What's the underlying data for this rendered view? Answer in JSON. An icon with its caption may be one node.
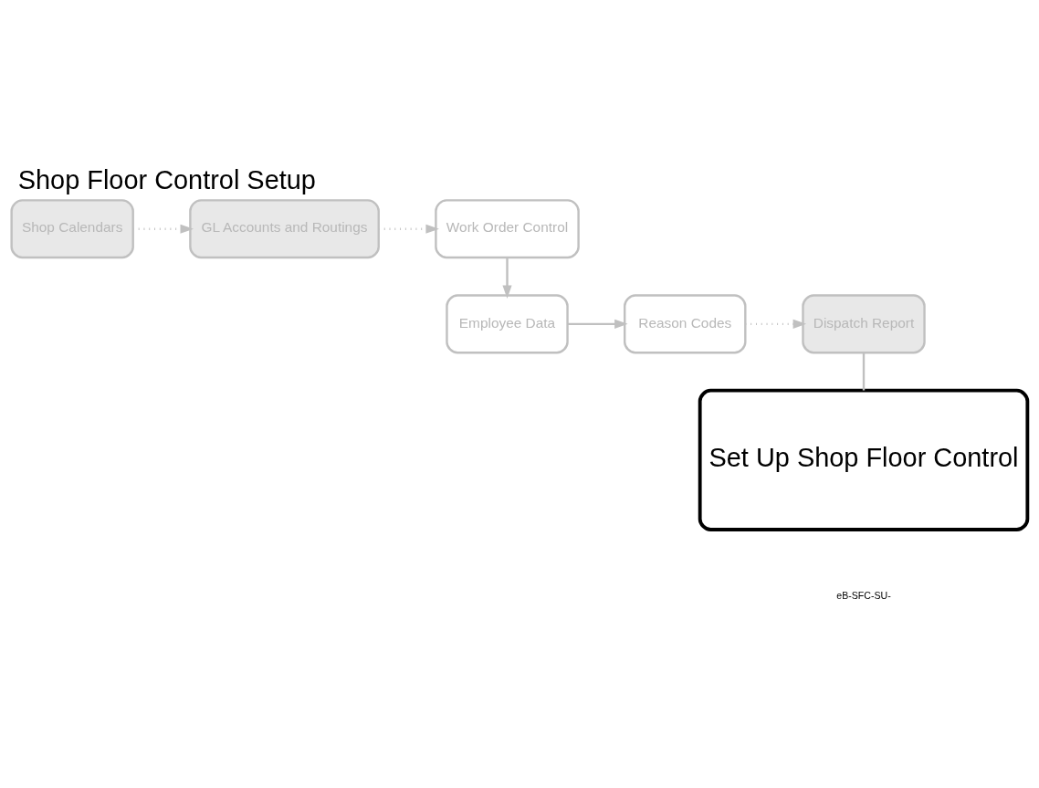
{
  "diagram": {
    "title": "Shop Floor Control Setup",
    "nodes": [
      {
        "text": [
          "Shop Calendars"
        ]
      },
      {
        "text": [
          "GL Accounts and Routings"
        ]
      },
      {
        "text": [
          "Work Order Control"
        ]
      },
      {
        "text": [
          "Employee Data"
        ]
      },
      {
        "text": [
          "Reason Codes"
        ]
      },
      {
        "text": [
          "Dispatch Report"
        ]
      },
      {
        "text": [
          "Set Up Shop Floor Control"
        ]
      }
    ],
    "edges": [
      {
        "from": 0,
        "to": 1,
        "arrow": "to",
        "style": "dashed"
      },
      {
        "from": 1,
        "to": 2,
        "arrow": "to",
        "style": "dashed"
      },
      {
        "from": 2,
        "to": 3,
        "arrow": "to"
      },
      {
        "from": 3,
        "to": 4,
        "arrow": "to"
      },
      {
        "from": 4,
        "to": 5,
        "arrow": "to",
        "style": "dashed"
      },
      {
        "from": 5,
        "to": 6,
        "arrow": "none"
      }
    ],
    "labels": [
      "eB-SFC-SU-"
    ]
  }
}
